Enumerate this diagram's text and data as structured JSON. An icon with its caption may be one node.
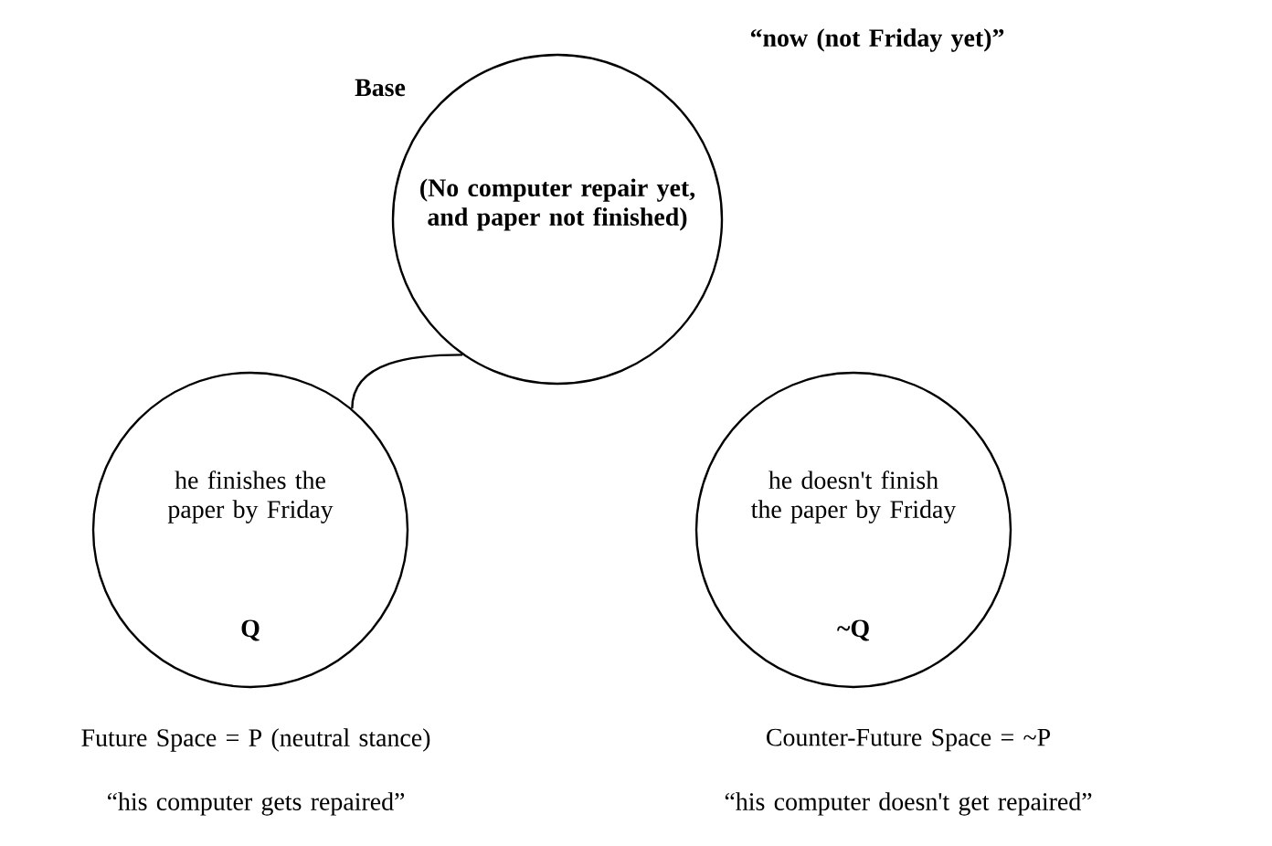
{
  "diagram": {
    "nodes": [
      {
        "text": [
          "Base",
          "(No computer repair yet, and paper not finished)"
        ],
        "beside": [
          "“now (not Friday yet)”"
        ]
      },
      {
        "text": [
          "he finishes the paper by Friday",
          "Q"
        ],
        "beside": [
          "Future Space = P (neutral stance)",
          "“his computer gets repaired”"
        ]
      },
      {
        "text": [
          "he doesn't finish the paper by Friday",
          "~Q"
        ],
        "beside": [
          "Counter-Future Space = ~P",
          "“his computer doesn't get repaired”"
        ]
      }
    ],
    "edges": [
      {
        "from": 0,
        "to": 1,
        "arrow": "none"
      }
    ]
  }
}
